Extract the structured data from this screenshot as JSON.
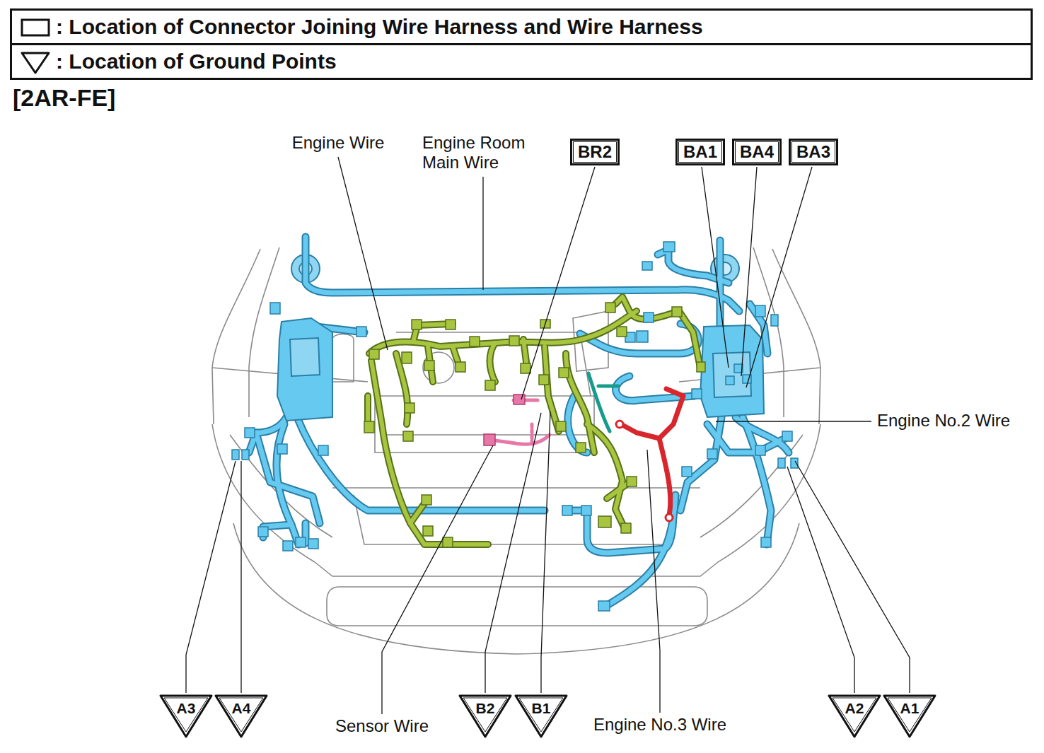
{
  "diagram": {
    "title": "[2AR-FE]",
    "nodes": [
      {
        "text": [
          "BR2"
        ]
      },
      {
        "text": [
          "BA1"
        ]
      },
      {
        "text": [
          "BA4"
        ]
      },
      {
        "text": [
          "BA3"
        ]
      },
      {
        "text": [
          "A3"
        ]
      },
      {
        "text": [
          "A4"
        ]
      },
      {
        "text": [
          "B2"
        ]
      },
      {
        "text": [
          "B1"
        ]
      },
      {
        "text": [
          "A2"
        ]
      },
      {
        "text": [
          "A1"
        ]
      }
    ],
    "labels": [
      "Engine Wire",
      "Engine Room Main Wire",
      "Engine No.2 Wire",
      "Sensor Wire",
      "Engine No.3 Wire"
    ],
    "legend": [
      {
        "text": ": Location of Connector Joining Wire Harness and Wire Harness"
      },
      {
        "text": ": Location of Ground Points"
      }
    ]
  }
}
